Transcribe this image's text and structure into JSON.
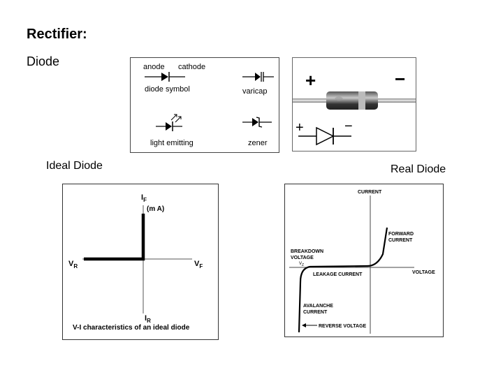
{
  "title": "Rectifier:",
  "subtitle": "Diode",
  "symbols": {
    "anode": "anode",
    "cathode": "cathode",
    "diode_symbol": "diode symbol",
    "varicap": "varicap",
    "light_emitting": "light emitting",
    "zener": "zener"
  },
  "photo": {
    "plus_top": "+",
    "minus_top": "−",
    "plus_bottom": "+",
    "minus_bottom": "−"
  },
  "ideal": {
    "caption": "Ideal Diode",
    "if_label": "I",
    "if_sub": "F",
    "ma_label": "(m A)",
    "vr_label": "V",
    "vr_sub": "R",
    "vf_label": "V",
    "vf_sub": "F",
    "ir_label": "I",
    "ir_sub": "R",
    "footer": "V-I  characteristics of an ideal diode"
  },
  "real": {
    "caption": "Real Diode",
    "current": "CURRENT",
    "forward_1": "FORWARD",
    "forward_2": "CURRENT",
    "breakdown_1": "BREAKDOWN",
    "breakdown_2": "VOLTAGE",
    "vz": "V",
    "vz_sub": "Z",
    "leakage": "LEAKAGE CURRENT",
    "voltage": "VOLTAGE",
    "avalanche_1": "AVALANCHE",
    "avalanche_2": "CURRENT",
    "reverse": "REVERSE VOLTAGE"
  }
}
